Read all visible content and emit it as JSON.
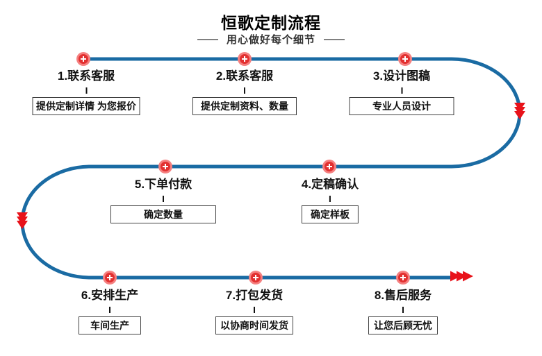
{
  "header": {
    "title": "恒歌定制流程",
    "subtitle": "用心做好每个细节"
  },
  "steps": [
    {
      "label": "1.联系客服",
      "detail": "提供定制详情 为您报价"
    },
    {
      "label": "2.联系客服",
      "detail": "提供定制资料、数量"
    },
    {
      "label": "3.设计图稿",
      "detail": "专业人员设计"
    },
    {
      "label": "4.定稿确认",
      "detail": "确定样板"
    },
    {
      "label": "5.下单付款",
      "detail": "确定数量"
    },
    {
      "label": "6.安排生产",
      "detail": "车间生产"
    },
    {
      "label": "7.打包发货",
      "detail": "以协商时间发货"
    },
    {
      "label": "8.售后服务",
      "detail": "让您后顾无忧"
    }
  ],
  "icons": {
    "node_marker": "plus-icon",
    "right_turn_marker": "triple-chevron-down-icon",
    "left_turn_marker": "triple-chevron-down-icon",
    "end_marker": "triple-chevron-right-icon"
  },
  "colors": {
    "line": "#1a6ba3",
    "node": "#e23030",
    "node-ring": "#f58080",
    "arrow": "#e8121a",
    "box-border": "#404040",
    "text": "#111111",
    "subtitle-text": "#333333",
    "dash": "#808080"
  }
}
